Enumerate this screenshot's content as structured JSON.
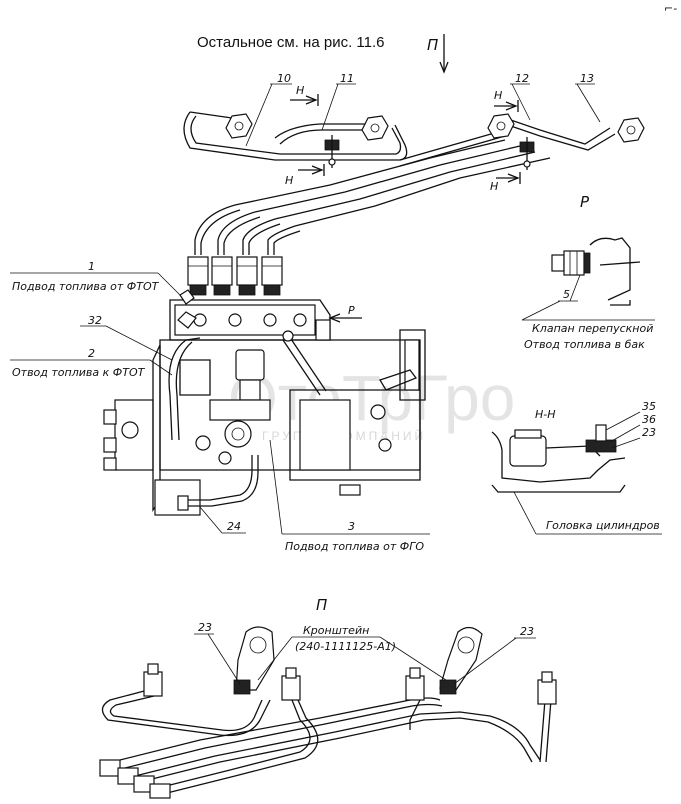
{
  "header": {
    "note": "Остальное см. на рис. 11.6",
    "view_arrow_label": "П"
  },
  "views": {
    "P": "Р",
    "P_marker": "Р",
    "section_HH": "Н-Н",
    "P_view_bottom": "П",
    "H_marks": [
      "Н",
      "Н",
      "Н",
      "Н"
    ]
  },
  "callouts": {
    "n10": "10",
    "n11": "11",
    "n12": "12",
    "n13": "13",
    "n1": "1",
    "n1_text": "Подвод топлива от ФТОТ",
    "n32": "32",
    "n2": "2",
    "n2_text": "Отвод топлива к ФТОТ",
    "n3": "3",
    "n3_text": "Подвод топлива от ФГО",
    "n24": "24",
    "n5": "5",
    "n5_text1": "Клапан перепускной",
    "n5_text2": "Отвод топлива в бак",
    "n35": "35",
    "n36": "36",
    "n23a": "23",
    "head_text": "Головка цилиндров",
    "bracket_text1": "Кронштейн",
    "bracket_text2": "(240-1111125-А1)",
    "n23b": "23",
    "n23c": "23"
  },
  "watermark": {
    "main": "ОтоТрГро",
    "sub": "ГРУППА КОМПАНИЙ"
  },
  "corner_mark": "⌐-"
}
